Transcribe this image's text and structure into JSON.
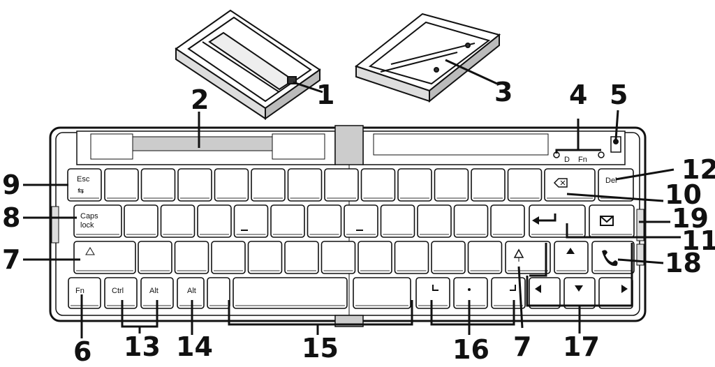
{
  "callouts": {
    "c1": "1",
    "c2": "2",
    "c3": "3",
    "c4": "4",
    "c5": "5",
    "c6": "6",
    "c7a": "7",
    "c7b": "7",
    "c8": "8",
    "c9": "9",
    "c10": "10",
    "c11": "11",
    "c12": "12",
    "c13": "13",
    "c14": "14",
    "c15": "15",
    "c16": "16",
    "c17": "17",
    "c18": "18",
    "c19": "19"
  },
  "keys": {
    "esc": "Esc",
    "del": "Del",
    "caps_line1": "Caps",
    "caps_line2": "lock",
    "fn": "Fn",
    "ctrl": "Ctrl",
    "alt_left": "Alt",
    "alt_right": "Alt"
  },
  "indicators": {
    "left": "D",
    "right": "Fn"
  },
  "icons": {
    "backspace": "backspace-icon",
    "enter": "enter-arrow-icon",
    "shift": "shift-arrow-icon",
    "mail": "envelope-icon",
    "phone": "phone-icon",
    "arrows": [
      "arrow-up-icon",
      "arrow-left-icon",
      "arrow-down-icon",
      "arrow-right-icon"
    ]
  }
}
